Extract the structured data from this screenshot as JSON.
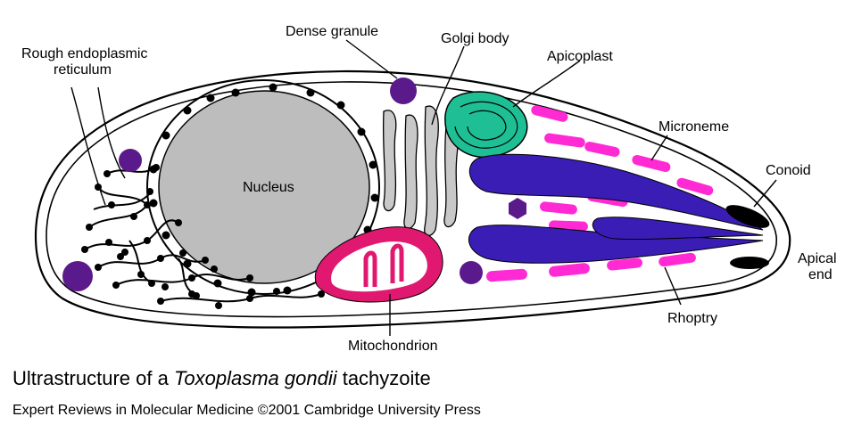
{
  "labels": {
    "rough_er_line1": "Rough endoplasmic",
    "rough_er_line2": "reticulum",
    "dense_granule": "Dense granule",
    "golgi_body": "Golgi body",
    "apicoplast": "Apicoplast",
    "microneme": "Microneme",
    "conoid": "Conoid",
    "apical_end_line1": "Apical",
    "apical_end_line2": "end",
    "nucleus": "Nucleus",
    "mitochondrion": "Mitochondrion",
    "rhoptry": "Rhoptry"
  },
  "caption": {
    "title_pre": "Ultrastructure of a ",
    "title_italic": "Toxoplasma gondii",
    "title_post": " tachyzoite",
    "credit": "Expert Reviews in Molecular Medicine ©2001 Cambridge University Press"
  },
  "colors": {
    "nucleus": "#bdbdbd",
    "golgi": "#c8c8c8",
    "apicoplast": "#1fbf96",
    "dense_granule": "#5b1a8c",
    "microneme": "#ff2ad4",
    "rhoptry": "#3a1db5",
    "mitochondrion": "#e0186f",
    "conoid": "#000000"
  }
}
